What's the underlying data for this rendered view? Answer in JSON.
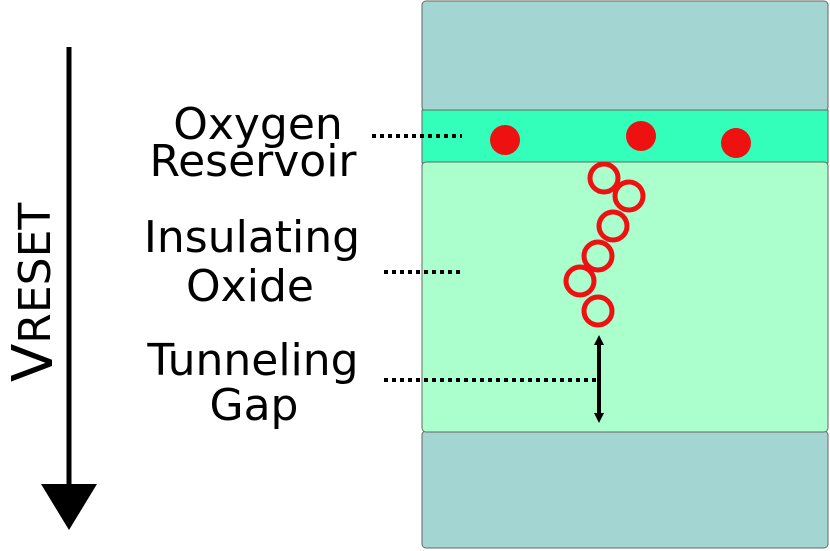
{
  "voltage_arrow": {
    "symbol": "V",
    "subscript": "RESET"
  },
  "labels": {
    "reservoir_line1": "Oxygen",
    "reservoir_line2": "Reservoir",
    "oxide_line1": "Insulating",
    "oxide_line2": "Oxide",
    "gap_line1": "Tunneling",
    "gap_line2": "Gap"
  },
  "colors": {
    "electrode": "#a3d6d2",
    "reservoir": "#33ffbb",
    "oxide": "#aaffcc",
    "ion": "#ee1111",
    "vacancy": "#ee1111",
    "outline": "#666666",
    "ink": "#000000"
  },
  "counts": {
    "oxygen_ions": 3,
    "oxygen_vacancies": 6
  }
}
